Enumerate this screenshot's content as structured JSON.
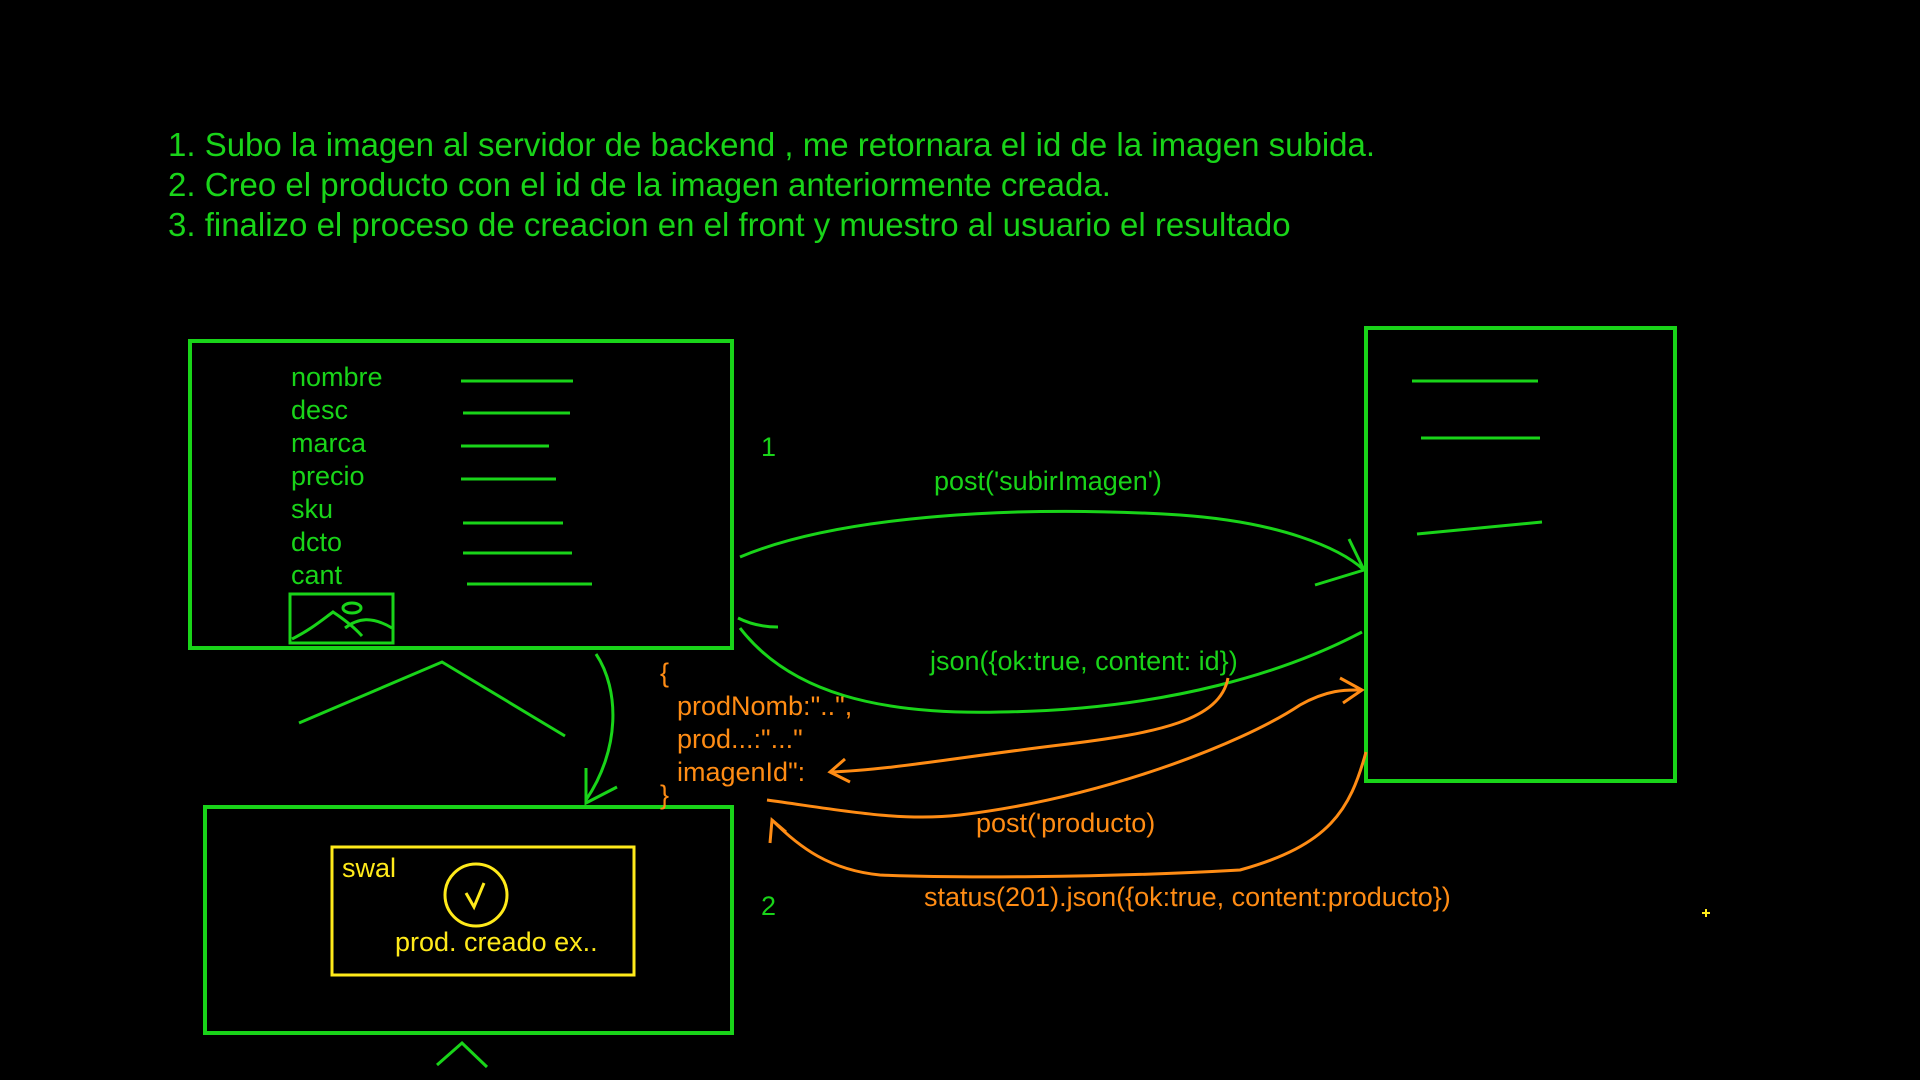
{
  "steps": [
    "1. Subo la imagen al servidor de backend , me retornara el id de la imagen subida.",
    "2. Creo el producto con el id de la imagen anteriormente creada.",
    "3. finalizo el proceso de creacion en el front y muestro al usuario el resultado"
  ],
  "form_fields": [
    "nombre",
    "desc",
    "marca",
    "precio",
    "sku",
    "dcto",
    "cant"
  ],
  "step_numbers": {
    "one": "1",
    "two": "2"
  },
  "requests": {
    "upload": "post('subirImagen')",
    "upload_response": "json({ok:true, content: id})",
    "create_product": "post('producto)",
    "create_response": "status(201).json({ok:true, content:producto})"
  },
  "payload": {
    "open_brace": "{",
    "line1": "prodNomb:\"..\",",
    "line2": "prod...:\"...\"",
    "line3": "imagenId\":",
    "close_brace": "}"
  },
  "alert": {
    "title": "swal",
    "message": "prod. creado ex.."
  },
  "colors": {
    "background": "#000000",
    "green": "#19d419",
    "orange": "#ff8c14",
    "yellow": "#ffea1a"
  }
}
